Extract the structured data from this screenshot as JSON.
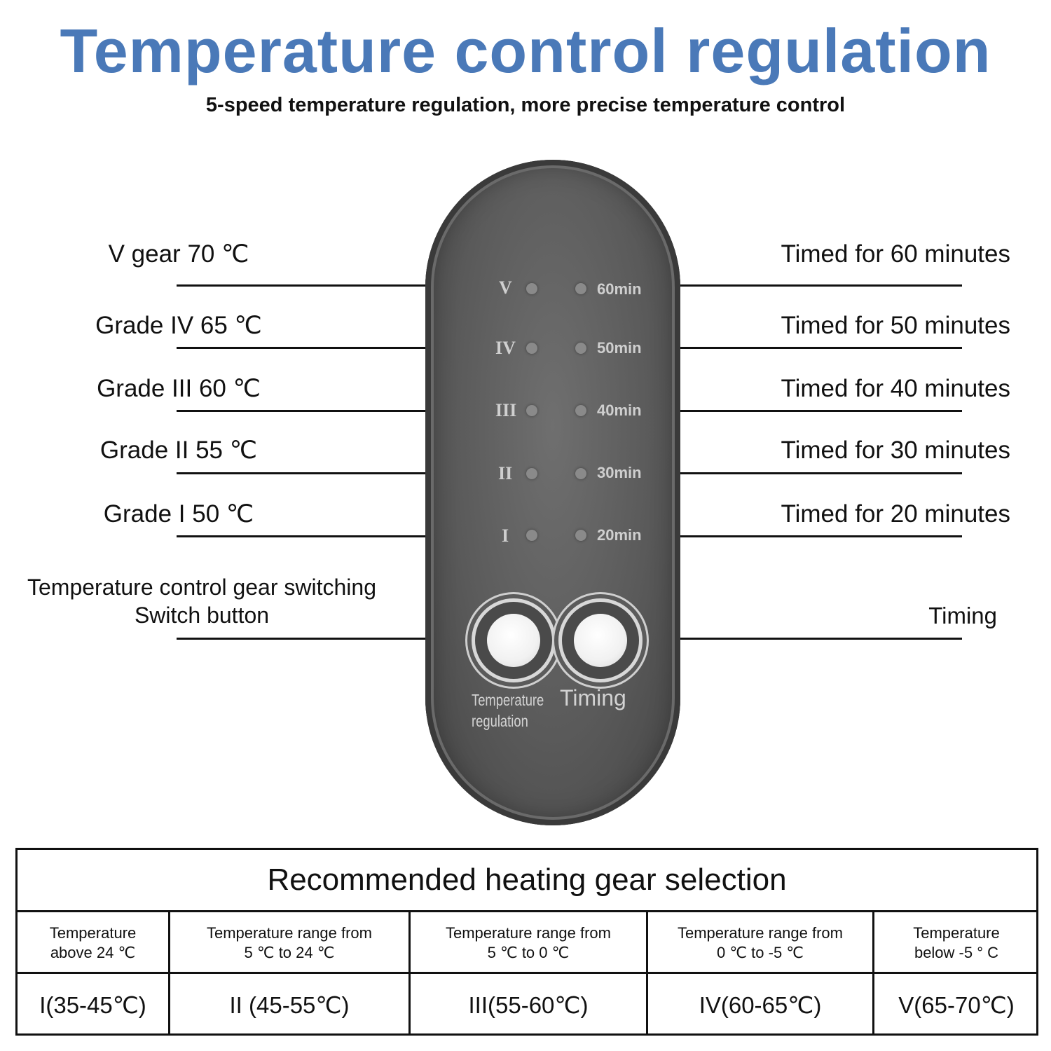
{
  "title": "Temperature control regulation",
  "subtitle": "5-speed temperature regulation, more precise temperature control",
  "colors": {
    "title": "#4a79b8",
    "text": "#111111",
    "remote": "#5a5a5a"
  },
  "left_labels": [
    "V gear 70 ℃",
    "Grade IV 65 ℃",
    "Grade III 60 ℃",
    "Grade II 55 ℃",
    "Grade I 50 ℃"
  ],
  "right_labels": [
    "Timed for 60 minutes",
    "Timed for 50 minutes",
    "Timed for 40 minutes",
    "Timed for 30 minutes",
    "Timed for 20 minutes"
  ],
  "switch_label": {
    "line1": "Temperature control gear switching",
    "line2": "Switch button"
  },
  "timing_label": "Timing",
  "remote": {
    "gear_marks": [
      "V",
      "IV",
      "III",
      "II",
      "I"
    ],
    "time_marks": [
      "60min",
      "50min",
      "40min",
      "30min",
      "20min"
    ],
    "button_left_line1": "Temperature",
    "button_left_line2": "regulation",
    "button_right": "Timing"
  },
  "table": {
    "header": "Recommended heating gear selection",
    "conditions": [
      [
        "Temperature",
        "above 24 ℃"
      ],
      [
        "Temperature range from",
        "5 ℃ to 24 ℃"
      ],
      [
        "Temperature range from",
        "5 ℃ to 0 ℃"
      ],
      [
        "Temperature range from",
        "0 ℃ to -5 ℃"
      ],
      [
        "Temperature",
        "below -5 ° C"
      ]
    ],
    "gears": [
      "I(35-45℃)",
      "II (45-55℃)",
      "III(55-60℃)",
      "IV(60-65℃)",
      "V(65-70℃)"
    ]
  }
}
